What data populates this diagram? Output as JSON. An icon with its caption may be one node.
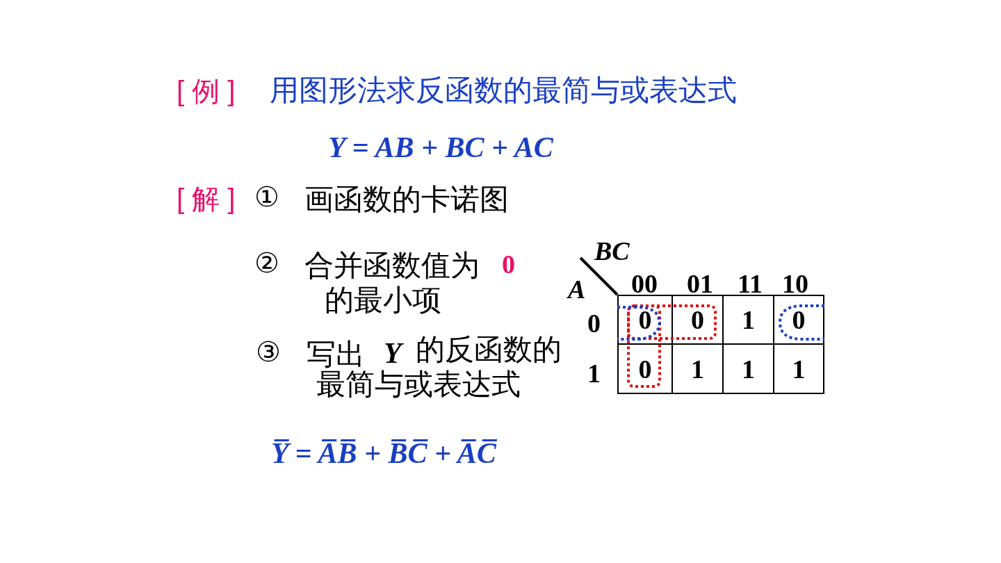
{
  "diagram": {
    "labels": [
      "[ 例 ]",
      "用图形法求反函数的最简与或表达式",
      "Y = AB + BC + AC",
      "[ 解 ]",
      "①",
      "画函数的卡诺图",
      "②",
      "合并函数值为",
      "0",
      "的最小项",
      "③",
      "写出",
      "Y",
      "的反函数的最简与或表达式",
      "Y̅ = A̅B̅ + B̅C̅ + A̅C̅",
      "BC",
      "A",
      "00",
      "01",
      "11",
      "10",
      "0",
      "0",
      "0",
      "1",
      "0",
      "1",
      "0",
      "1",
      "1",
      "1"
    ]
  }
}
